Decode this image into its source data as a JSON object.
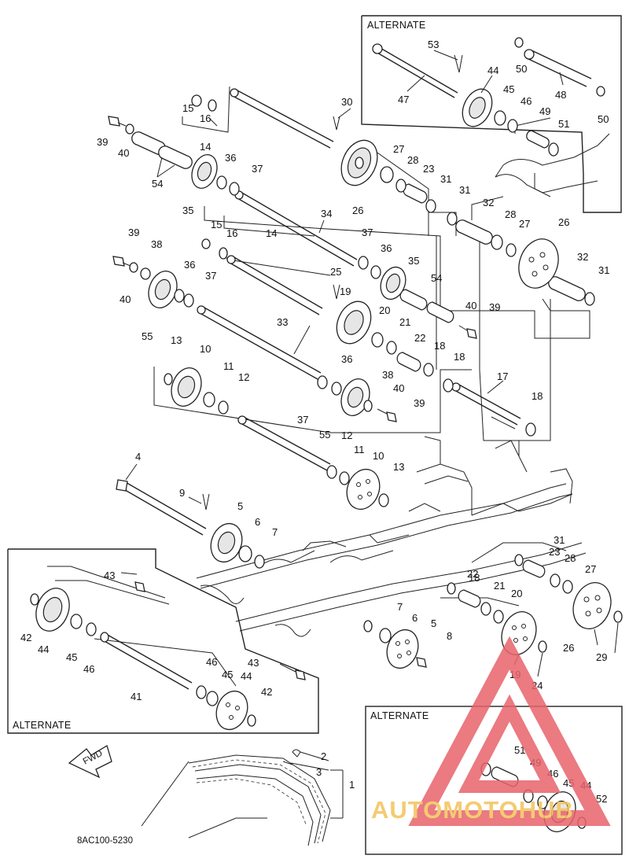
{
  "diagram": {
    "figure_code": "8AC100-5230",
    "fwd_label": "FWD",
    "alternate_labels": {
      "top_right": "ALTERNATE",
      "bottom_left": "ALTERNATE",
      "bottom_right": "ALTERNATE"
    },
    "callouts": {
      "c1": "1",
      "c2": "2",
      "c3": "3",
      "c4": "4",
      "c5a": "5",
      "c5b": "5",
      "c6a": "6",
      "c6b": "6",
      "c7a": "7",
      "c7b": "7",
      "c8": "8",
      "c9": "9",
      "c10a": "10",
      "c10b": "10",
      "c11a": "11",
      "c11b": "11",
      "c12a": "12",
      "c12b": "12",
      "c13a": "13",
      "c13b": "13",
      "c14a": "14",
      "c14b": "14",
      "c15a": "15",
      "c15b": "15",
      "c16a": "16",
      "c16b": "16",
      "c17": "17",
      "c18a": "18",
      "c18b": "18",
      "c18c": "18",
      "c18d": "18",
      "c19a": "19",
      "c19b": "19",
      "c20a": "20",
      "c20b": "20",
      "c21a": "21",
      "c21b": "21",
      "c22a": "22",
      "c22b": "22",
      "c23a": "23",
      "c23b": "23",
      "c24": "24",
      "c25": "25",
      "c26a": "26",
      "c26b": "26",
      "c26c": "26",
      "c27a": "27",
      "c27b": "27",
      "c27c": "27",
      "c28a": "28",
      "c28b": "28",
      "c28c": "28",
      "c29": "29",
      "c30": "30",
      "c31a": "31",
      "c31b": "31",
      "c31c": "31",
      "c31d": "31",
      "c32a": "32",
      "c32b": "32",
      "c33": "33",
      "c34": "34",
      "c35a": "35",
      "c35b": "35",
      "c36a": "36",
      "c36b": "36",
      "c36c": "36",
      "c36d": "36",
      "c37a": "37",
      "c37b": "37",
      "c37c": "37",
      "c37d": "37",
      "c38a": "38",
      "c38b": "38",
      "c39a": "39",
      "c39b": "39",
      "c39c": "39",
      "c39d": "39",
      "c40a": "40",
      "c40b": "40",
      "c40c": "40",
      "c40d": "40",
      "c41": "41",
      "c42a": "42",
      "c42b": "42",
      "c43a": "43",
      "c43b": "43",
      "c44a": "44",
      "c44b": "44",
      "c44c": "44",
      "c44d": "44",
      "c45a": "45",
      "c45b": "45",
      "c45c": "45",
      "c45d": "45",
      "c46a": "46",
      "c46b": "46",
      "c46c": "46",
      "c46d": "46",
      "c47": "47",
      "c48": "48",
      "c49a": "49",
      "c49b": "49",
      "c50a": "50",
      "c50b": "50",
      "c51a": "51",
      "c51b": "51",
      "c52": "52",
      "c53": "53",
      "c54a": "54",
      "c54b": "54",
      "c55a": "55",
      "c55b": "55"
    }
  },
  "watermark": {
    "text": "AUTOMOTOHUB",
    "triangle_color": "#e8636c",
    "text_color": "#f3c35a"
  }
}
